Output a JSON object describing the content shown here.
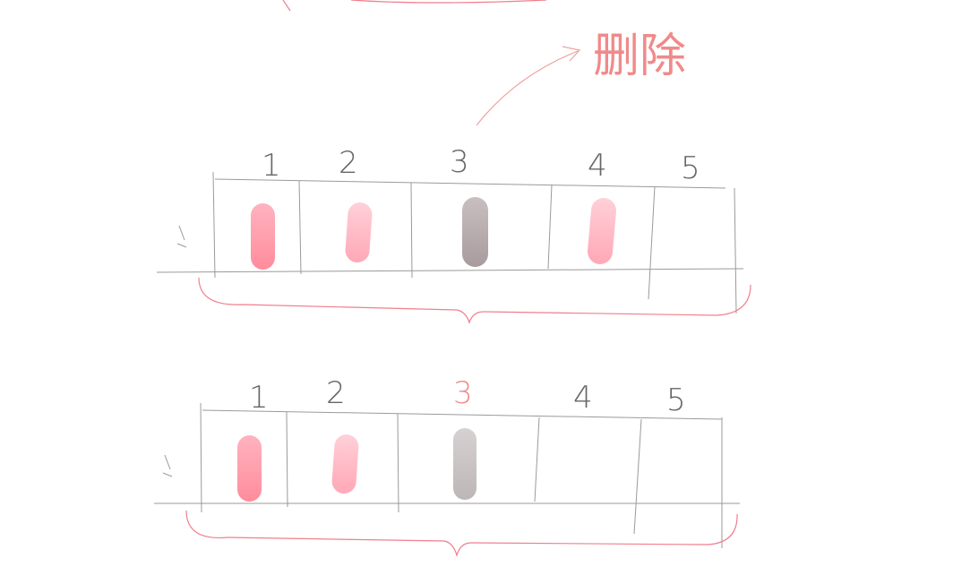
{
  "annotation": {
    "label": "删除"
  },
  "top_array": {
    "indices": [
      "1",
      "2",
      "3",
      "4",
      "5"
    ],
    "items": [
      {
        "color": "#ff9aa8",
        "kind": "pink"
      },
      {
        "color": "#ffbcc8",
        "kind": "light-pink"
      },
      {
        "color": "#b3a8aa",
        "kind": "gray"
      },
      {
        "color": "#ffb0bd",
        "kind": "light-pink"
      }
    ]
  },
  "bottom_array": {
    "indices": [
      "1",
      "2",
      "3",
      "4",
      "5"
    ],
    "items": [
      {
        "color": "#ff9aa8",
        "kind": "pink"
      },
      {
        "color": "#ffbcc8",
        "kind": "light-pink"
      },
      {
        "color": "#c8c2c3",
        "kind": "gray"
      }
    ]
  },
  "colors": {
    "accent": "#f08a8a",
    "grid": "#9a9a9a",
    "brace": "#ef7f8c"
  }
}
